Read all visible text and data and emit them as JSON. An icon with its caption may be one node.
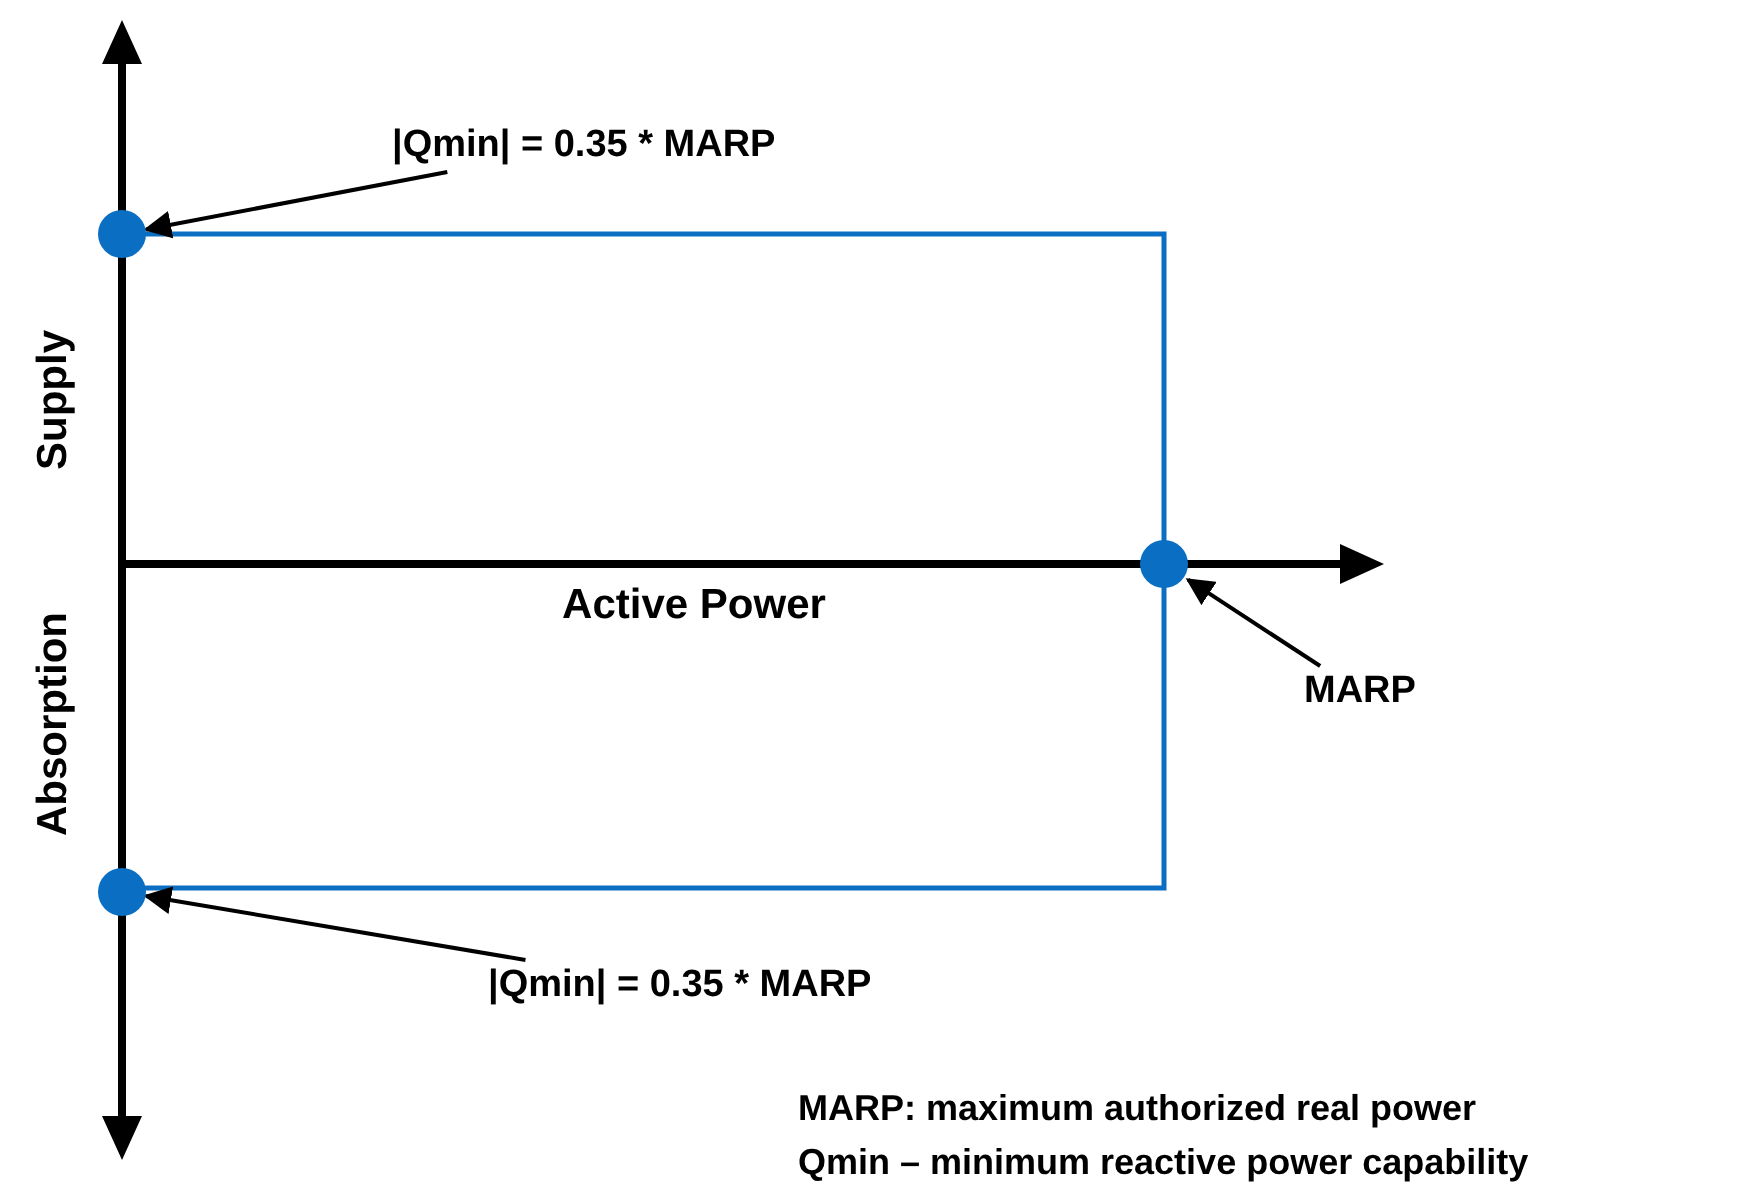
{
  "diagram": {
    "nodes": [
      {
        "text": [
          "|Qmin| = 0.35 * MARP"
        ]
      },
      {
        "text": [],
        "shape": "circle"
      },
      {
        "text": [
          "MARP"
        ]
      },
      {
        "text": [],
        "shape": "circle"
      },
      {
        "text": [
          "|Qmin| = 0.35 * MARP"
        ]
      },
      {
        "text": [],
        "shape": "circle"
      }
    ],
    "edges": [
      {
        "from": 0,
        "to": 1,
        "arrow": "to"
      },
      {
        "from": 2,
        "to": 3,
        "arrow": "to"
      },
      {
        "from": 4,
        "to": 5,
        "arrow": "to"
      }
    ],
    "labels": [
      "Supply",
      "Absorption",
      "Active Power",
      "MARP: maximum authorized real power",
      "Qmin – minimum reactive power capability"
    ]
  }
}
